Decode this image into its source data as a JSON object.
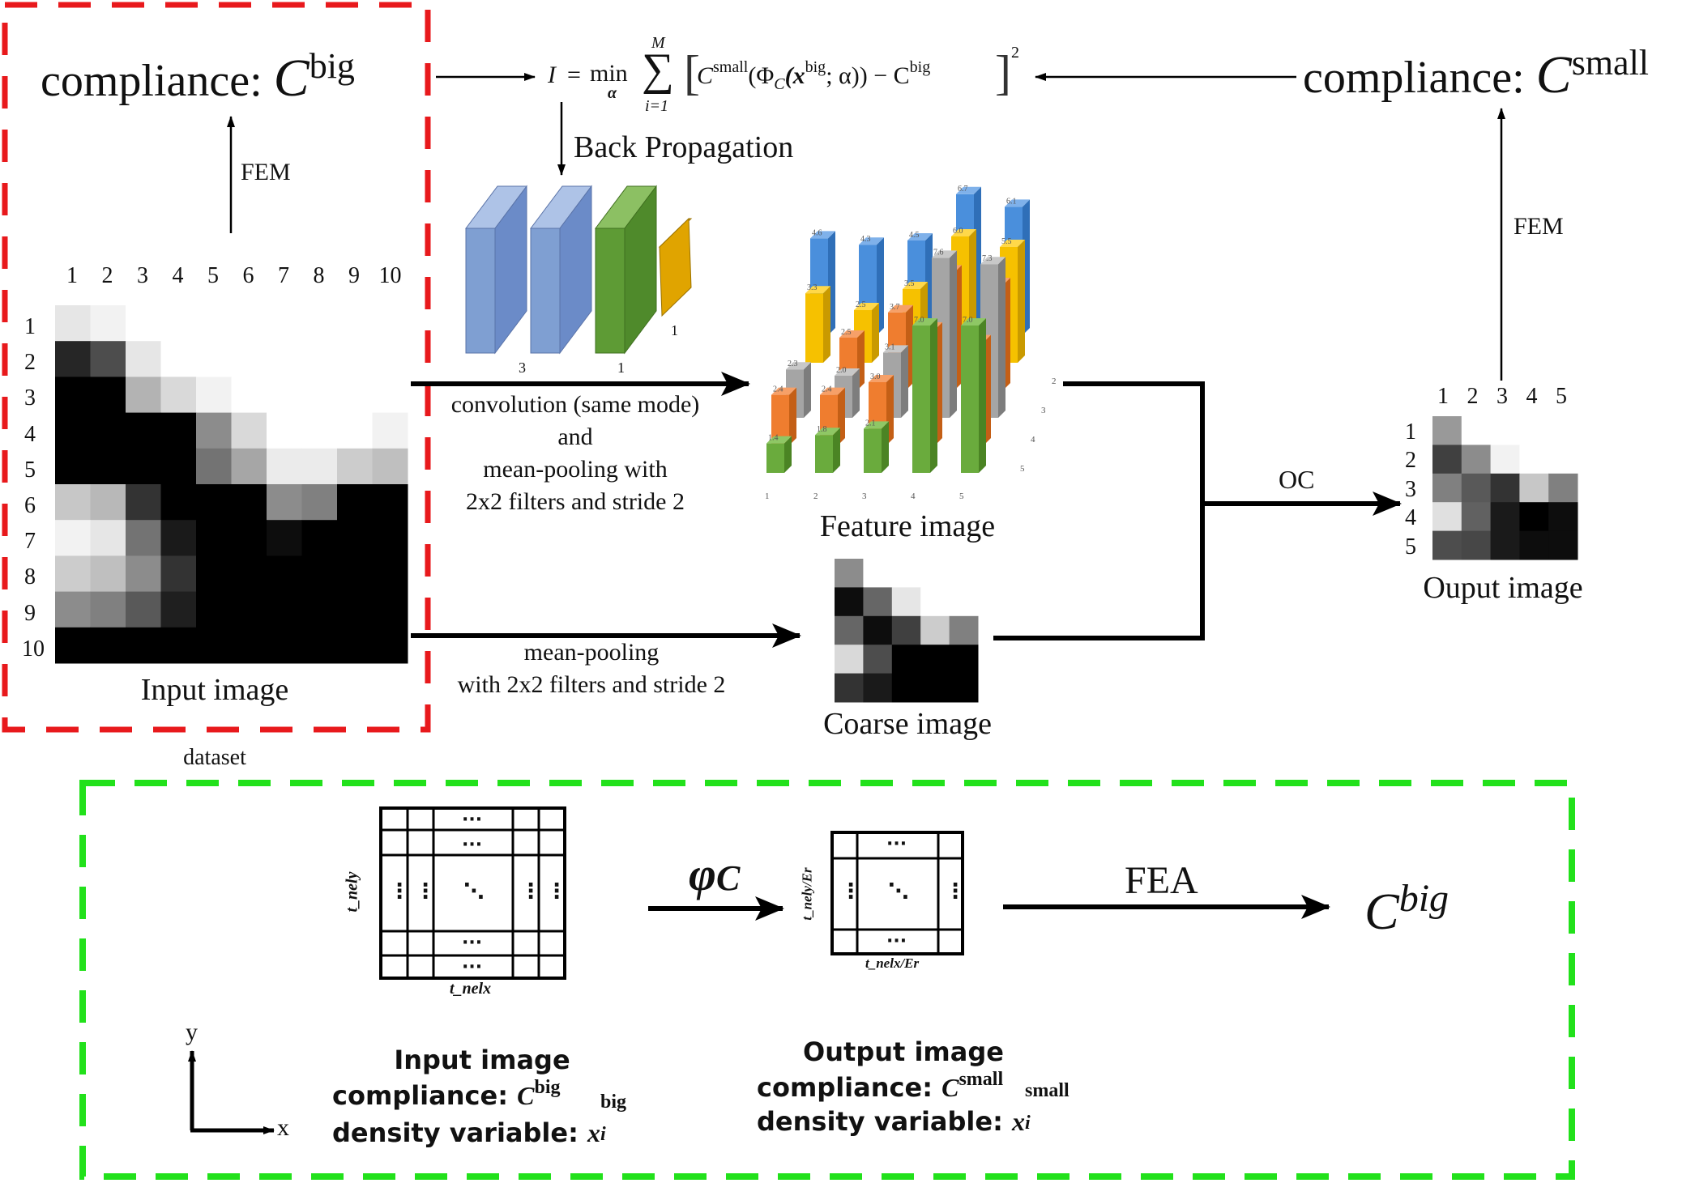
{
  "colors": {
    "dataset_border": "#e8191c",
    "process_border": "#22e11b",
    "arrow": "#000000",
    "bar_blue": "#4a8fdc",
    "bar_yellow": "#f6c100",
    "bar_orange": "#ef7d2f",
    "bar_gray": "#a5a5a5",
    "bar_green": "#6aab3d",
    "conv_blue": "#7f9fd2",
    "conv_green": "#5e9b35",
    "conv_orange": "#e0a400"
  },
  "top": {
    "compliance_big_prefix": "compliance:",
    "compliance_big_sym": "C",
    "compliance_big_sup": "big",
    "compliance_small_prefix": "compliance:",
    "compliance_small_sym": "C",
    "compliance_small_sup": "small",
    "fem_left": "FEM",
    "fem_right": "FEM",
    "back_propagation": "Back Propagation",
    "loss": {
      "lhs": "I",
      "eq": "=",
      "min": "min",
      "min_sub": "α",
      "sum_upper": "M",
      "sum_lower": "i=1",
      "term1_sym": "C",
      "term1_sup": "small",
      "phi": "(Φ",
      "phi_sub": "C",
      "arg_x": "(x",
      "arg_x_sup": "big",
      "arg_alpha": "; α)) − C",
      "tail_sup": "big",
      "power": "2"
    }
  },
  "input_image": {
    "caption": "Input image",
    "col_labels": [
      "1",
      "2",
      "3",
      "4",
      "5",
      "6",
      "7",
      "8",
      "9",
      "10"
    ],
    "row_labels": [
      "1",
      "2",
      "3",
      "4",
      "5",
      "6",
      "7",
      "8",
      "9",
      "10"
    ],
    "pixels": [
      [
        0.9,
        0.95,
        1,
        1,
        1,
        1,
        1,
        1,
        1,
        1
      ],
      [
        0.15,
        0.3,
        0.9,
        1,
        1,
        1,
        1,
        1,
        1,
        1
      ],
      [
        0,
        0,
        0.7,
        0.85,
        0.95,
        1,
        1,
        1,
        1,
        1
      ],
      [
        0,
        0,
        0,
        0,
        0.55,
        0.85,
        1,
        1,
        1,
        0.95
      ],
      [
        0,
        0,
        0,
        0,
        0.45,
        0.65,
        0.92,
        0.92,
        0.8,
        0.75
      ],
      [
        0.78,
        0.72,
        0.2,
        0,
        0,
        0,
        0.55,
        0.5,
        0,
        0
      ],
      [
        0.95,
        0.9,
        0.45,
        0.1,
        0,
        0,
        0.05,
        0,
        0,
        0
      ],
      [
        0.8,
        0.75,
        0.55,
        0.2,
        0,
        0,
        0,
        0,
        0,
        0
      ],
      [
        0.55,
        0.5,
        0.35,
        0.12,
        0,
        0,
        0,
        0,
        0,
        0
      ],
      [
        0,
        0,
        0,
        0,
        0,
        0,
        0,
        0,
        0,
        0
      ]
    ],
    "dataset_label": "dataset"
  },
  "conv_layers": {
    "label_a": "3",
    "label_b": "1",
    "label_c": "1"
  },
  "conv_text": {
    "line1": "convolution (same mode)",
    "line2": "and",
    "line3": "mean-pooling with",
    "line4": "2x2 filters and stride 2"
  },
  "feature_image": {
    "caption": "Feature image",
    "x_ticks": [
      "1",
      "2",
      "3",
      "4",
      "5"
    ],
    "depth_ticks": [
      "2",
      "3",
      "4",
      "5"
    ],
    "rows": [
      {
        "series": "blue",
        "values": [
          4.6,
          4.3,
          4.5,
          6.7,
          6.1
        ]
      },
      {
        "series": "yellow",
        "values": [
          3.3,
          2.5,
          3.5,
          6.0,
          5.5
        ]
      },
      {
        "series": "orange",
        "values": [
          null,
          2.5,
          3.7,
          5.6,
          5.0
        ]
      },
      {
        "series": "gray",
        "values": [
          2.3,
          2.0,
          3.1,
          7.6,
          7.3
        ]
      },
      {
        "series": "orange2",
        "values": [
          2.4,
          2.4,
          3.0,
          5.5,
          4.9
        ]
      },
      {
        "series": "green",
        "values": [
          1.4,
          1.8,
          2.1,
          7.0,
          7.0
        ]
      }
    ]
  },
  "pool_text": {
    "line1": "mean-pooling",
    "line2": "with 2x2 filters and stride 2"
  },
  "coarse_image": {
    "caption": "Coarse image",
    "pixels": [
      [
        0.55,
        1,
        1,
        1,
        1
      ],
      [
        0.05,
        0.4,
        0.9,
        1,
        1
      ],
      [
        0.4,
        0.05,
        0.25,
        0.8,
        0.5
      ],
      [
        0.85,
        0.3,
        0,
        0,
        0
      ],
      [
        0.2,
        0.1,
        0,
        0,
        0
      ]
    ]
  },
  "oc_label": "OC",
  "output_image": {
    "caption": "Ouput image",
    "col_labels": [
      "1",
      "2",
      "3",
      "4",
      "5"
    ],
    "row_labels": [
      "1",
      "2",
      "3",
      "4",
      "5"
    ],
    "pixels": [
      [
        0.6,
        1,
        1,
        1,
        1
      ],
      [
        0.25,
        0.55,
        0.95,
        1,
        1
      ],
      [
        0.5,
        0.35,
        0.2,
        0.78,
        0.5
      ],
      [
        0.88,
        0.38,
        0.1,
        0,
        0.05
      ],
      [
        0.3,
        0.28,
        0.1,
        0.05,
        0.05
      ]
    ]
  },
  "bottom": {
    "phi_c": "φ",
    "phi_c_sub": "C",
    "fea": "FEA",
    "cbig_sym": "C",
    "cbig_sup": "big",
    "grid1": {
      "xlabel": "t_nelx",
      "ylabel": "t_nely",
      "dots_h": "···",
      "dots_v": "⋮",
      "dots_d": "⋱"
    },
    "grid2": {
      "xlabel": "t_nelx/Er",
      "ylabel": "t_nely/Er",
      "dots_h": "···",
      "dots_v": "⋮",
      "dots_d": "⋱"
    },
    "axis_y": "y",
    "axis_x": "x",
    "input_title": "Input image",
    "input_compliance": "compliance: ",
    "input_compliance_sym": "C",
    "input_compliance_sup": "big",
    "input_density": "density variable: ",
    "input_density_sym": "x",
    "input_density_sup": "big",
    "input_density_sub": "i",
    "output_title": "Output image",
    "output_compliance": "compliance: ",
    "output_compliance_sym": "C",
    "output_compliance_sup": "small",
    "output_density": "density variable: ",
    "output_density_sym": "x",
    "output_density_sup": "small",
    "output_density_sub": "i"
  }
}
